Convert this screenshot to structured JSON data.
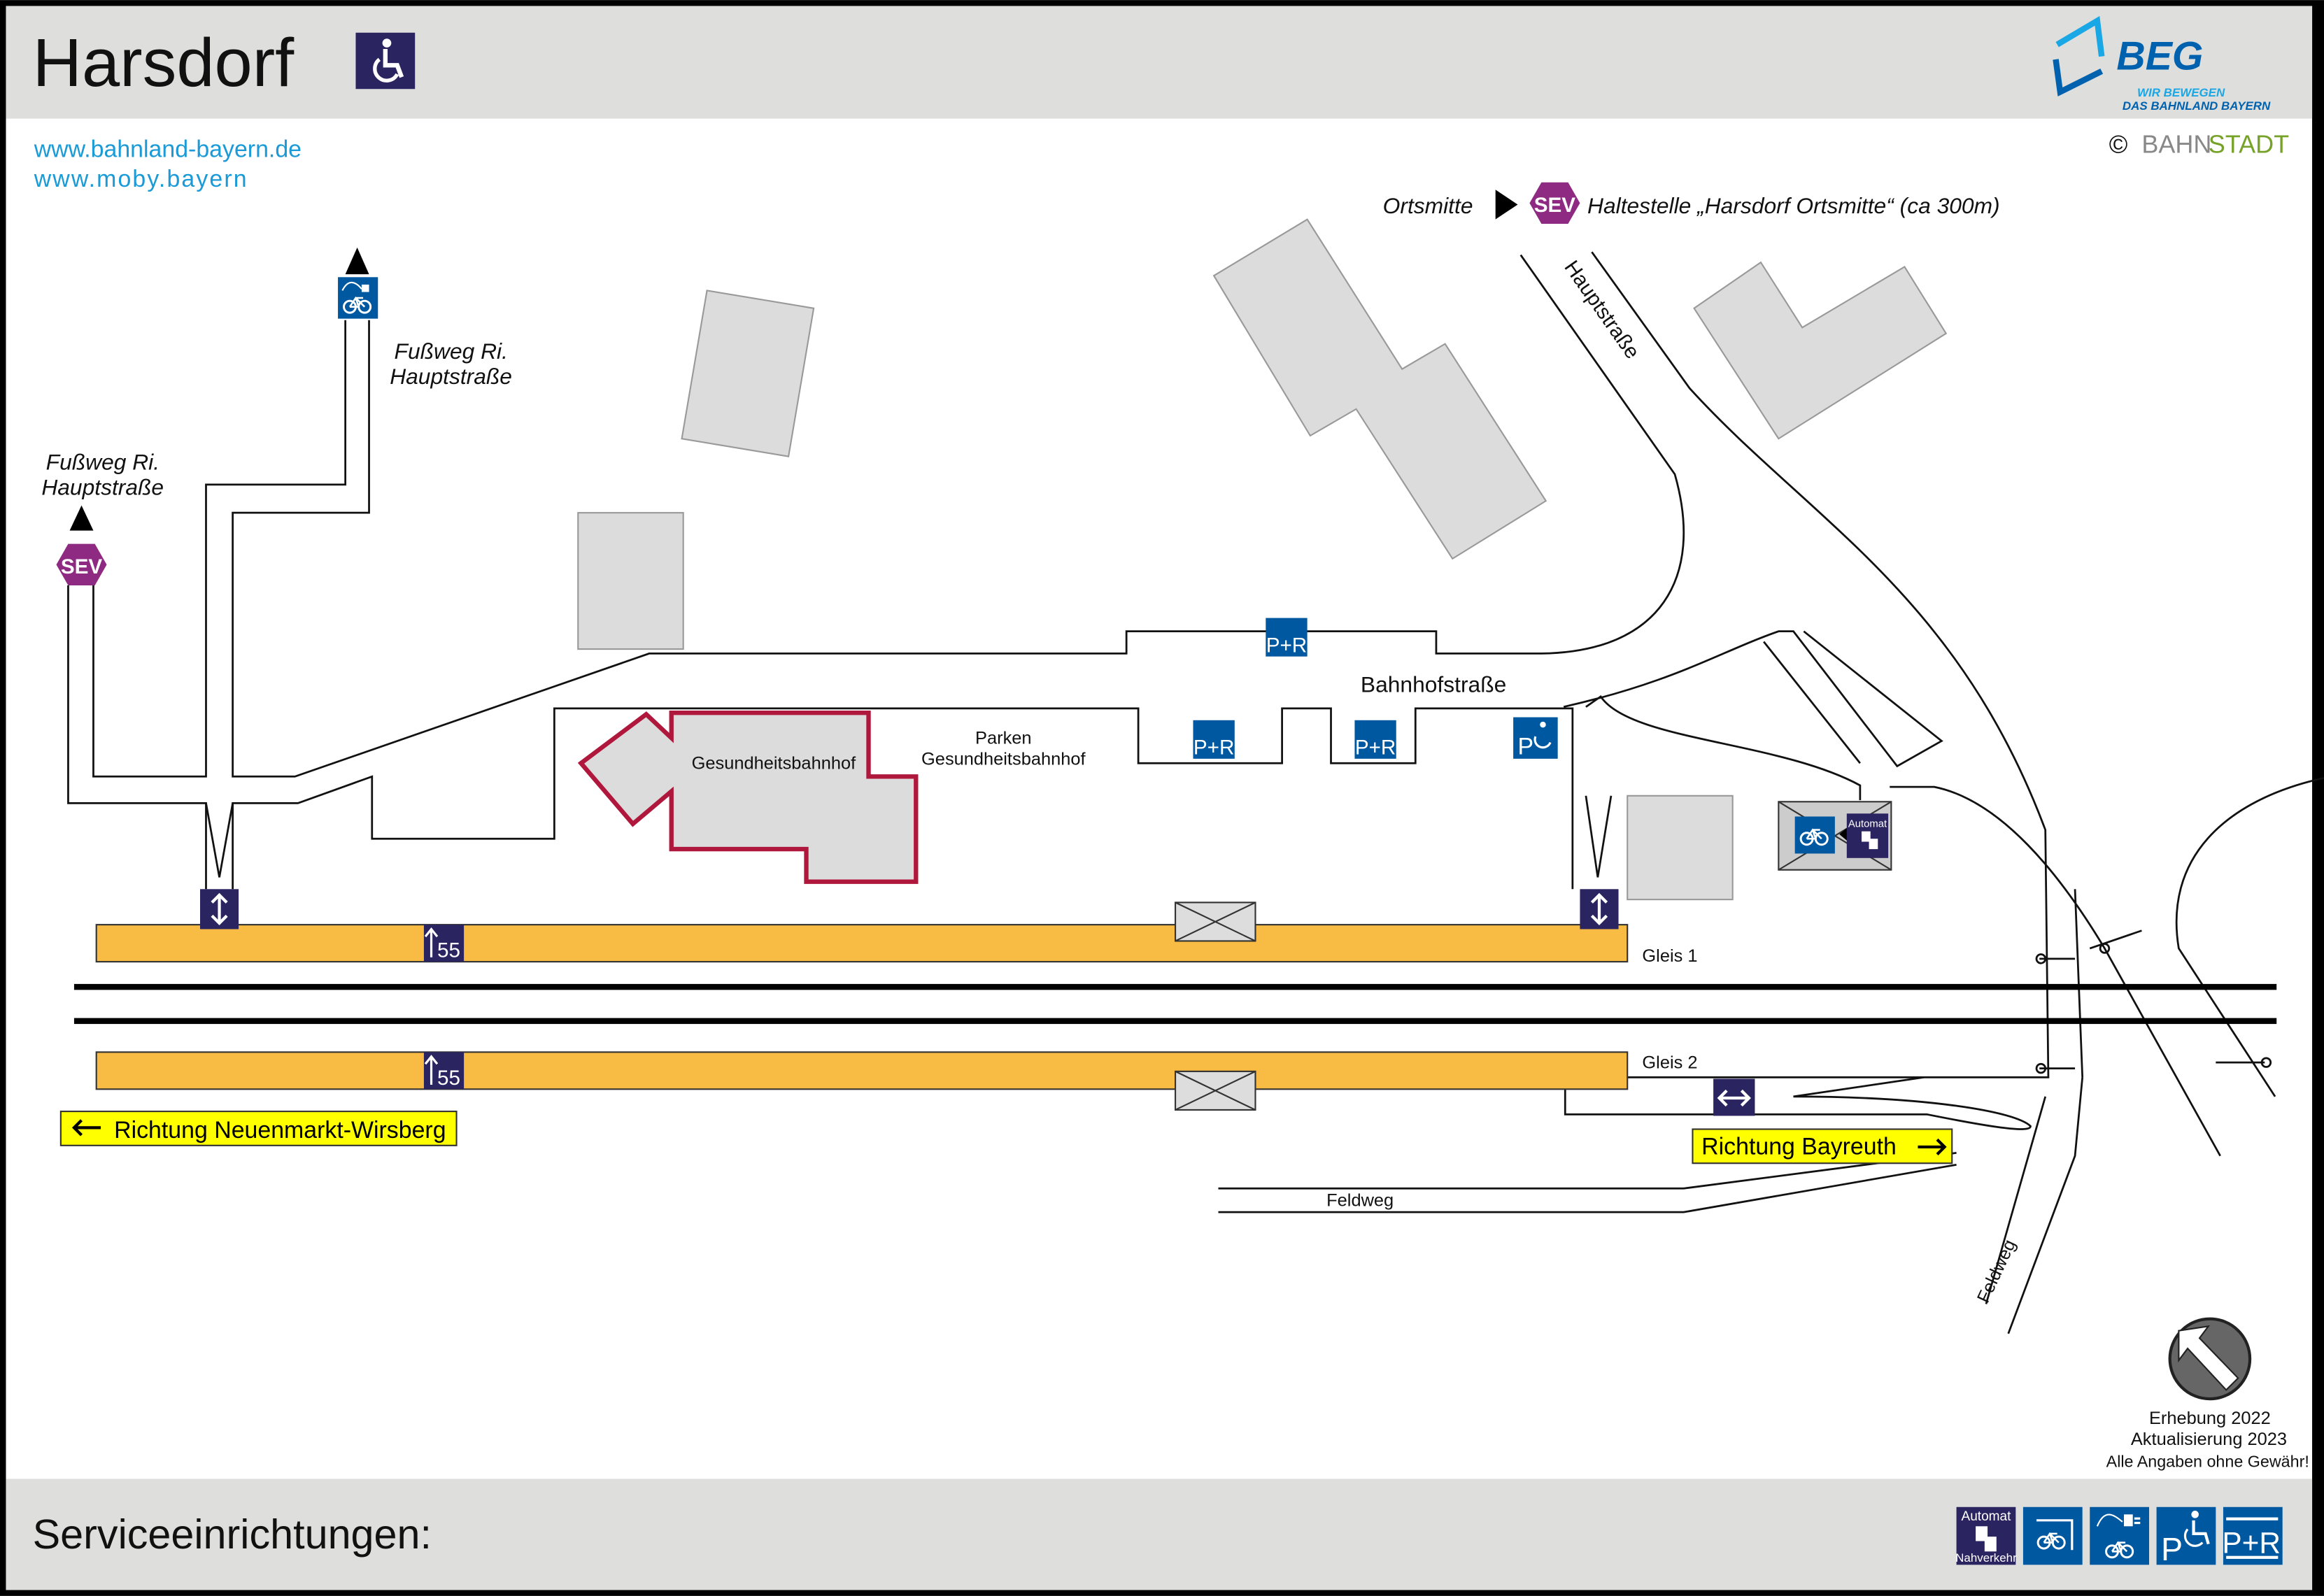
{
  "header": {
    "title": "Harsdorf",
    "logo_text": "BEG",
    "logo_tagline_1": "WIR BEWEGEN",
    "logo_tagline_2": "DAS BAHNLAND BAYERN",
    "copyright": "©",
    "copyright_brand_1": "BAHN",
    "copyright_brand_2": "STADT"
  },
  "links": [
    "www.bahnland-bayern.de",
    "www.moby.bayern"
  ],
  "map": {
    "ortsmitte": "Ortsmitte",
    "sev": "SEV",
    "sev_stop": "Haltestelle „Harsdorf Ortsmitte“ (ca 300m)",
    "hauptstrasse": "Hauptstraße",
    "footpath_1": [
      "Fußweg Ri.",
      "Hauptstraße"
    ],
    "footpath_2": [
      "Fußweg Ri.",
      "Hauptstraße"
    ],
    "bahnhofstrasse": "Bahnhofstraße",
    "gesundheitsbahnhof": "Gesundheitsbahnhof",
    "parken": [
      "Parken",
      "Gesundheitsbahnhof"
    ],
    "pr": "P+R",
    "p": "P",
    "automat": "Automat",
    "gleis_1": "Gleis 1",
    "gleis_2": "Gleis 2",
    "platform_height": "55",
    "direction_west": "Richtung Neuenmarkt-Wirsberg",
    "direction_east": "Richtung Bayreuth",
    "feldweg": "Feldweg",
    "feldweg_2": "Feldweg"
  },
  "footer_note": [
    "Erhebung 2022",
    "Aktualisierung 2023",
    "Alle Angaben ohne Gewähr!"
  ],
  "services": {
    "label": "Serviceeinrichtungen:",
    "automat_top": "Automat",
    "automat_bottom": "Nahverkehr",
    "pr": "P+R",
    "p": "P"
  },
  "colors": {
    "navy": "#2a2460",
    "blue": "#0058a0",
    "platform": "#f8bb44",
    "yellow": "#ffff00",
    "sev": "#8e2a82",
    "health": "#b0173c",
    "link": "#1a9ad6"
  }
}
